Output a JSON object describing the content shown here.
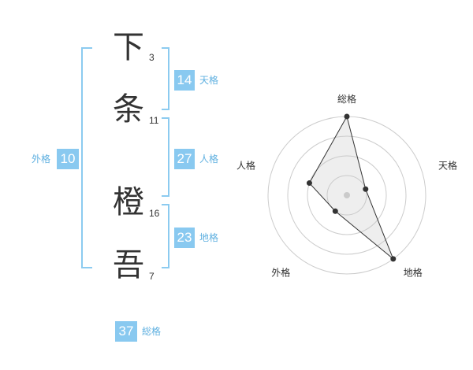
{
  "name": {
    "chars": [
      {
        "char": "下",
        "strokes": "3"
      },
      {
        "char": "条",
        "strokes": "11"
      },
      {
        "char": "橙",
        "strokes": "16"
      },
      {
        "char": "吾",
        "strokes": "7"
      }
    ]
  },
  "fortunes": {
    "tenkaku": {
      "value": "14",
      "label": "天格"
    },
    "jinkaku": {
      "value": "27",
      "label": "人格"
    },
    "chikaku": {
      "value": "23",
      "label": "地格"
    },
    "gaikaku": {
      "value": "10",
      "label": "外格"
    },
    "soukaku": {
      "value": "37",
      "label": "総格"
    }
  },
  "colors": {
    "accent": "#89c9f0",
    "accent_text": "#5fb0e0",
    "bracket": "#8ccbf0",
    "text": "#333333"
  },
  "chart_data": {
    "type": "radar",
    "axes": [
      "総格",
      "天格",
      "地格",
      "外格",
      "人格"
    ],
    "values": [
      4,
      1,
      4,
      1,
      2
    ],
    "max": 4,
    "rings": 4,
    "grid": true
  }
}
